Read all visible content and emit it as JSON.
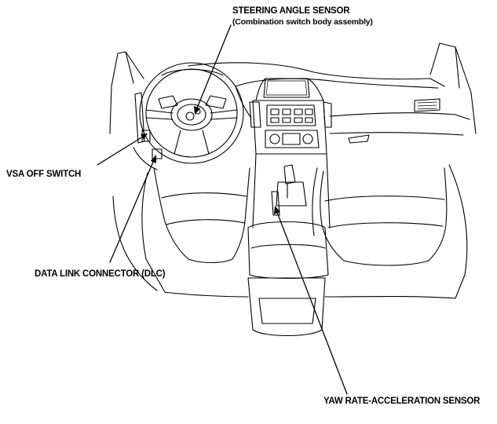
{
  "diagram": {
    "labels": {
      "steering_angle_sensor": "STEERING ANGLE SENSOR",
      "steering_angle_sensor_sub": "(Combination switch body assembly)",
      "vsa_off_switch": "VSA OFF SWITCH",
      "data_link_connector": "DATA LINK CONNECTOR (DLC)",
      "yaw_rate_sensor": "YAW RATE-ACCELERATION SENSOR"
    },
    "colors": {
      "line": "#000000",
      "background": "#ffffff"
    }
  }
}
